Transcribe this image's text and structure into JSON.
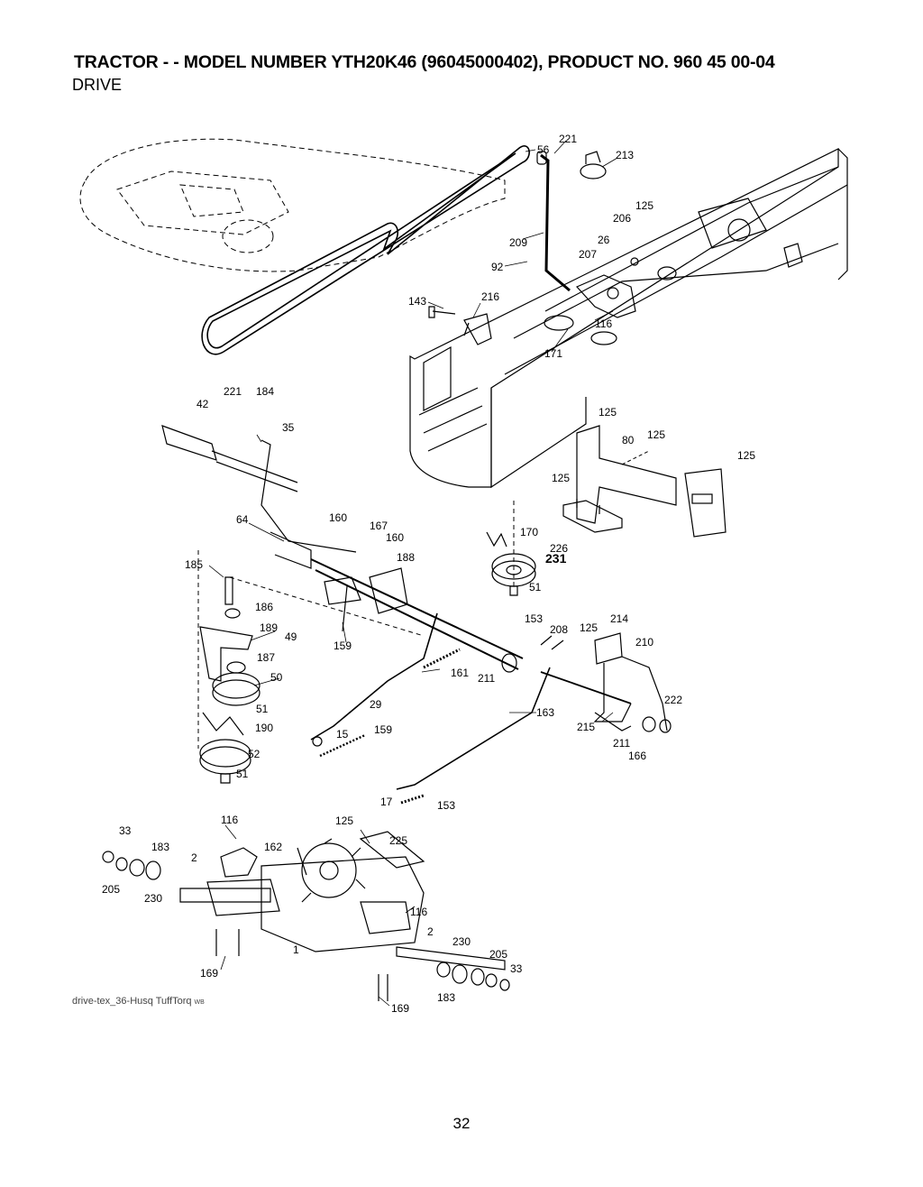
{
  "header": {
    "title": "TRACTOR - - MODEL NUMBER YTH20K46 (96045000402), PRODUCT NO. 960 45 00-04",
    "section": "DRIVE"
  },
  "caption": "drive-tex_36-Husq TuffTorq",
  "caption_mark": "WB",
  "page_number": "32",
  "callouts": [
    "221",
    "56",
    "213",
    "125",
    "206",
    "26",
    "207",
    "209",
    "92",
    "143",
    "216",
    "116",
    "171",
    "221",
    "184",
    "42",
    "35",
    "125",
    "80",
    "125",
    "125",
    "125",
    "170",
    "231",
    "226",
    "51",
    "64",
    "160",
    "167",
    "160",
    "188",
    "185",
    "186",
    "189",
    "49",
    "187",
    "50",
    "159",
    "51",
    "190",
    "52",
    "51",
    "153",
    "208",
    "125",
    "214",
    "210",
    "161",
    "211",
    "29",
    "163",
    "222",
    "215",
    "211",
    "166",
    "15",
    "159",
    "17",
    "153",
    "33",
    "183",
    "2",
    "205",
    "230",
    "116",
    "162",
    "125",
    "225",
    "116",
    "2",
    "230",
    "205",
    "33",
    "183",
    "1",
    "169",
    "169"
  ]
}
